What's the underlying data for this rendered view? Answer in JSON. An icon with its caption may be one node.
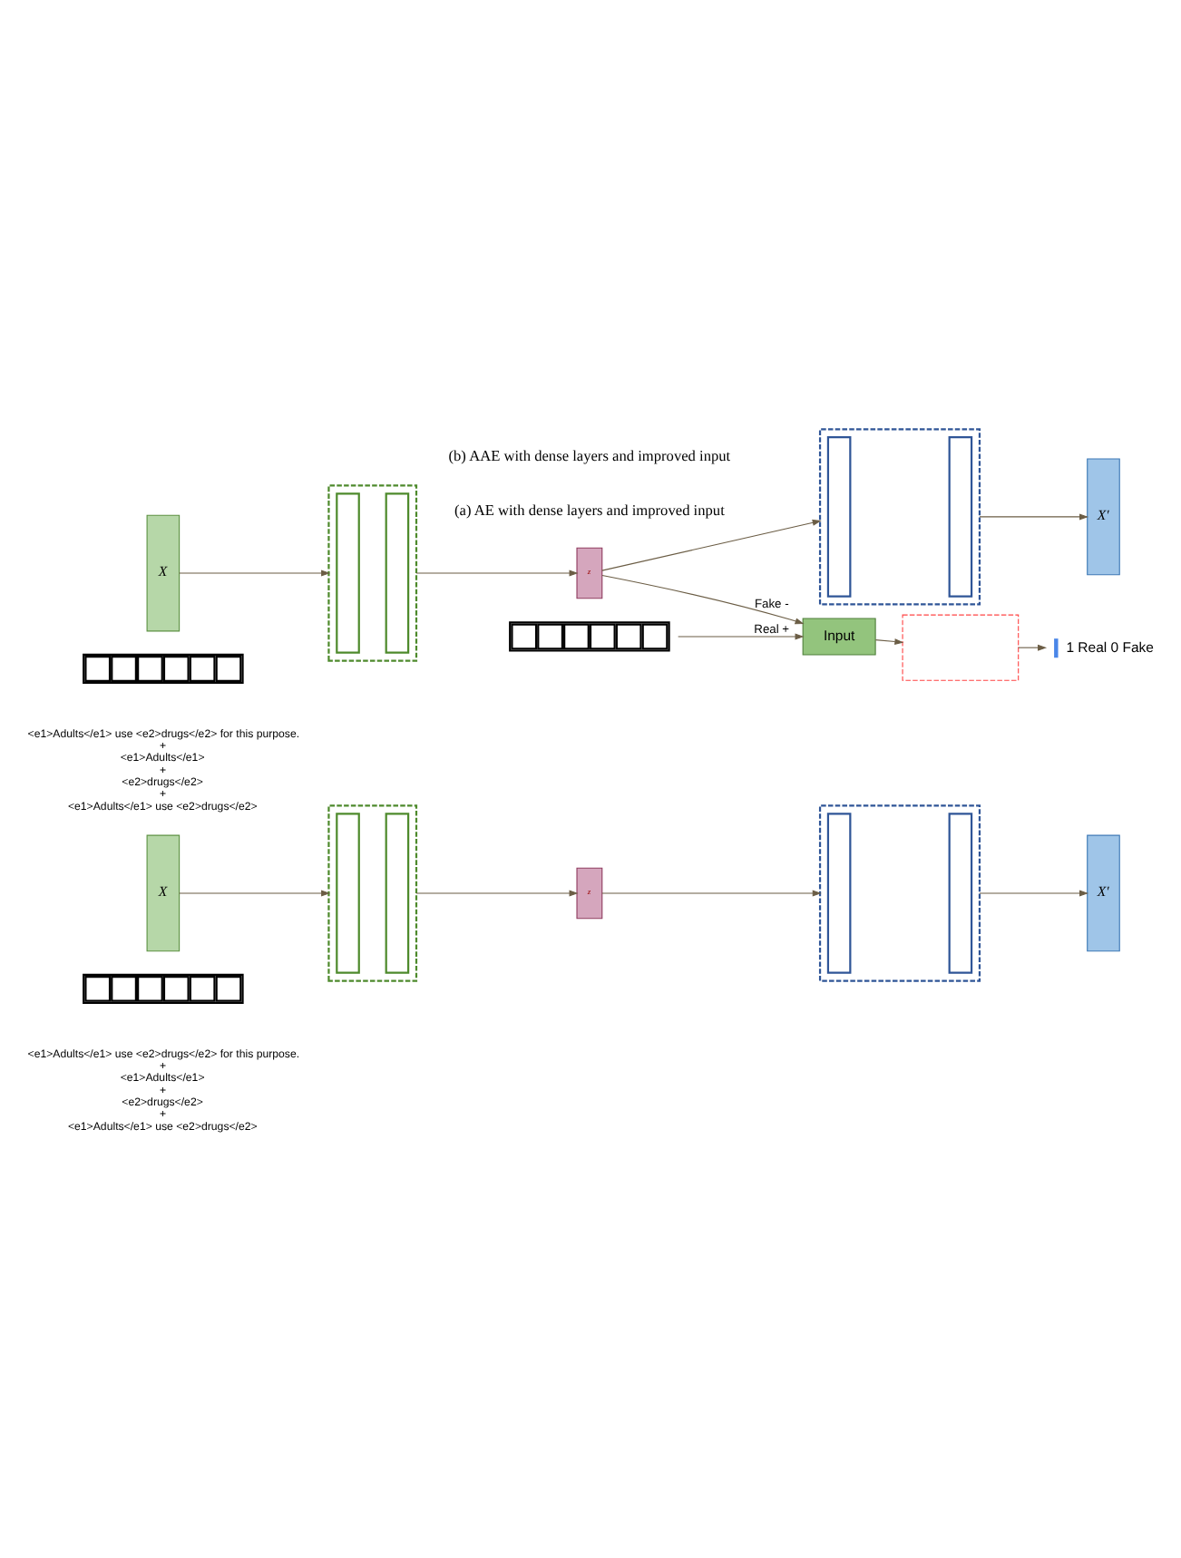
{
  "diagram": {
    "nodes": [
      {
        "text": [],
        "shape": "bar",
        "beside": [
          "<e1>Adults</e1> use <e2>drugs</e2> for this purpose.",
          "+",
          "<e1>Adults</e1>",
          "+",
          "<e2>drugs</e2>",
          "+",
          "<e1>Adults</e1> use <e2>drugs</e2>"
        ]
      },
      {
        "text": [
          "X"
        ]
      },
      {
        "text": [],
        "shape": "trapezoid"
      },
      {
        "text": [],
        "shape": "box",
        "in": 2
      },
      {
        "text": [],
        "shape": "box",
        "in": 2
      },
      {
        "text": [
          "z"
        ]
      },
      {
        "text": [],
        "shape": "trapezoid"
      },
      {
        "text": [],
        "shape": "box",
        "in": 6
      },
      {
        "text": [],
        "shape": "box",
        "in": 6
      },
      {
        "text": [
          "X′"
        ]
      },
      {
        "text": [],
        "shape": "bar",
        "beside": [
          "<e1>Adults</e1> use <e2>drugs</e2> for this purpose.",
          "+",
          "<e1>Adults</e1>",
          "+",
          "<e2>drugs</e2>",
          "+",
          "<e1>Adults</e1> use <e2>drugs</e2>"
        ]
      },
      {
        "text": [
          "X"
        ]
      },
      {
        "text": [],
        "shape": "trapezoid"
      },
      {
        "text": [],
        "shape": "box",
        "in": 12
      },
      {
        "text": [],
        "shape": "box",
        "in": 12
      },
      {
        "text": [
          "z"
        ]
      },
      {
        "text": [],
        "shape": "trapezoid"
      },
      {
        "text": [],
        "shape": "box",
        "in": 16
      },
      {
        "text": [],
        "shape": "box",
        "in": 16
      },
      {
        "text": [
          "X′"
        ]
      },
      {
        "text": [],
        "shape": "bar"
      },
      {
        "text": [
          "Input"
        ]
      },
      {
        "text": [],
        "shape": "trapezoid"
      },
      {
        "text": [
          "1 Real 0 Fake"
        ]
      }
    ],
    "edges": [
      {
        "from": 1,
        "to": 2,
        "arrow": "to"
      },
      {
        "from": 2,
        "to": 5,
        "arrow": "to"
      },
      {
        "from": 5,
        "to": 6,
        "arrow": "to"
      },
      {
        "from": 6,
        "to": 9,
        "arrow": "to"
      },
      {
        "from": 11,
        "to": 12,
        "arrow": "to"
      },
      {
        "from": 12,
        "to": 15,
        "arrow": "to"
      },
      {
        "from": 15,
        "to": 16,
        "arrow": "to"
      },
      {
        "from": 16,
        "to": 19,
        "arrow": "to"
      },
      {
        "from": 15,
        "to": 21,
        "label": "Fake -",
        "arrow": "to"
      },
      {
        "from": 20,
        "to": 21,
        "label": "Real +",
        "arrow": "to"
      },
      {
        "from": 21,
        "to": 22,
        "arrow": "to"
      },
      {
        "from": 22,
        "to": 23,
        "arrow": "to"
      }
    ],
    "labels": [
      "(a) AE with dense layers and improved input",
      "(b) AAE with dense layers and improved input"
    ]
  }
}
